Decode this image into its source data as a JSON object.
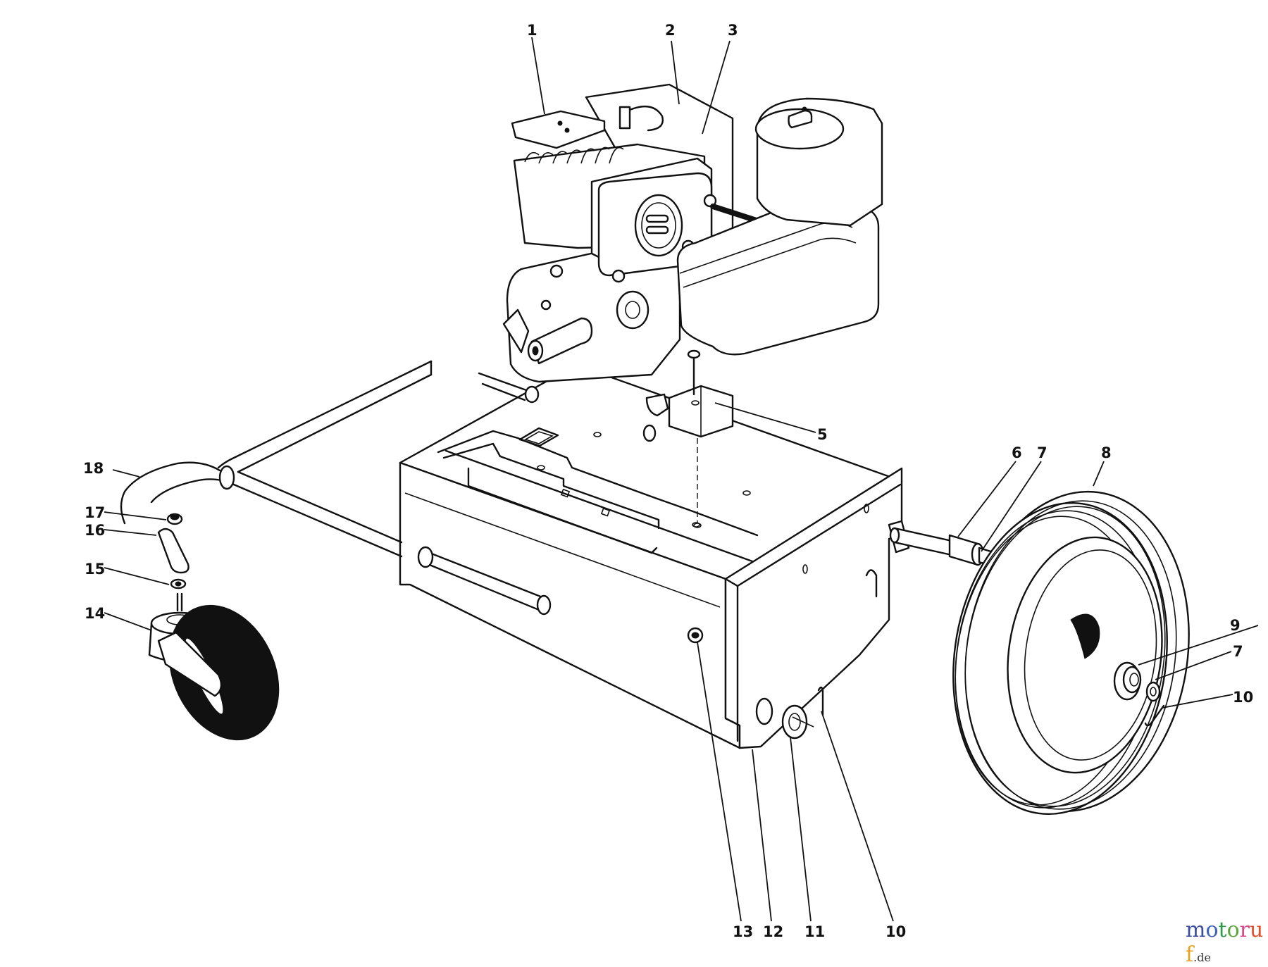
{
  "diagram": {
    "type": "exploded parts diagram",
    "subject": "engine, frame, axle and wheel assembly",
    "callouts": [
      {
        "id": "c1",
        "label": "1",
        "part": "engine bracket plate"
      },
      {
        "id": "c2",
        "label": "2",
        "part": "engine"
      },
      {
        "id": "c3",
        "label": "3",
        "part": "engine shroud"
      },
      {
        "id": "c5",
        "label": "5",
        "part": "mounting bolt"
      },
      {
        "id": "c6",
        "label": "6",
        "part": "axle"
      },
      {
        "id": "c7a",
        "label": "7",
        "part": "washer (axle)"
      },
      {
        "id": "c8",
        "label": "8",
        "part": "wheel"
      },
      {
        "id": "c9",
        "label": "9",
        "part": "bearing / hub"
      },
      {
        "id": "c7b",
        "label": "7",
        "part": "washer (outer)"
      },
      {
        "id": "c10a",
        "label": "10",
        "part": "cotter pin (wheel)"
      },
      {
        "id": "c18",
        "label": "18",
        "part": "handle / tow bar"
      },
      {
        "id": "c17",
        "label": "17",
        "part": "nut"
      },
      {
        "id": "c16",
        "label": "16",
        "part": "link bracket"
      },
      {
        "id": "c15",
        "label": "15",
        "part": "lock washer"
      },
      {
        "id": "c14",
        "label": "14",
        "part": "caster wheel"
      },
      {
        "id": "c13",
        "label": "13",
        "part": "nut"
      },
      {
        "id": "c12",
        "label": "12",
        "part": "frame"
      },
      {
        "id": "c11",
        "label": "11",
        "part": "washer"
      },
      {
        "id": "c10b",
        "label": "10",
        "part": "cotter pin (frame)"
      }
    ]
  },
  "watermark": {
    "letters": [
      {
        "ch": "m",
        "color": "#3b4ea0"
      },
      {
        "ch": "o",
        "color": "#3f63b8"
      },
      {
        "ch": "t",
        "color": "#2f9a4a"
      },
      {
        "ch": "o",
        "color": "#5aa83a"
      },
      {
        "ch": "r",
        "color": "#d64a8c"
      },
      {
        "ch": "u",
        "color": "#e0502a"
      },
      {
        "ch": "f",
        "color": "#e7a21a"
      }
    ],
    "tld": ".de"
  }
}
